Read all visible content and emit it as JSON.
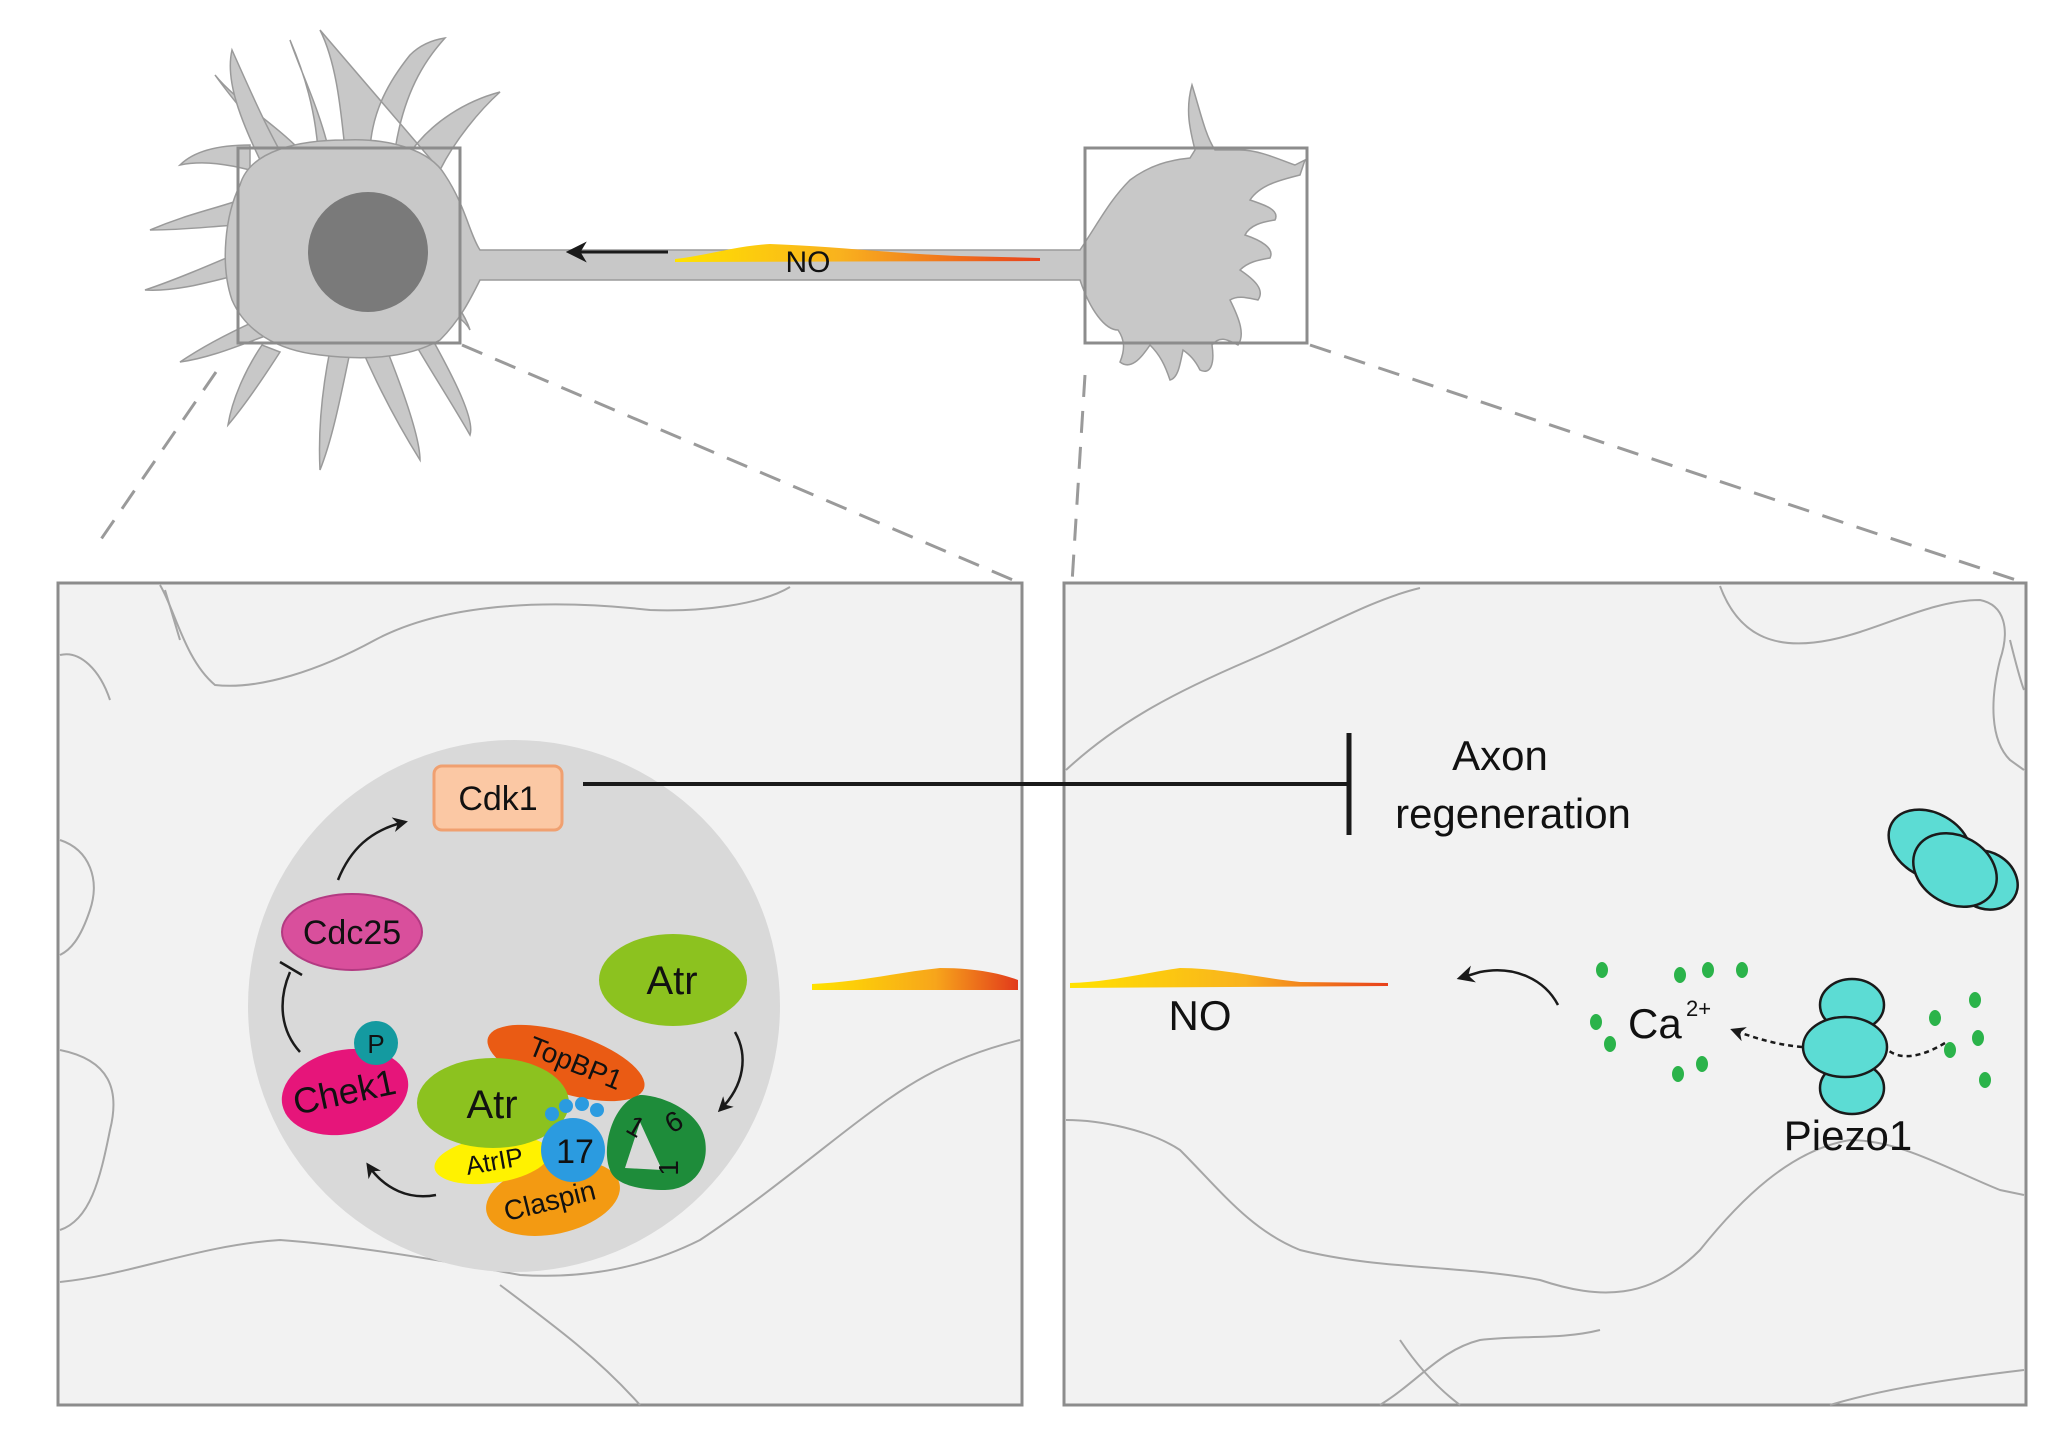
{
  "labels": {
    "no_axon": "NO",
    "cdk1": "Cdk1",
    "cdc25": "Cdc25",
    "atr_free": "Atr",
    "atr_complex": "Atr",
    "chek1": "Chek1",
    "phospho": "P",
    "topbp1": "TopBP1",
    "atrip": "AtrIP",
    "claspin": "Claspin",
    "rad17": "17",
    "nine_one_one_a": "9",
    "nine_one_one_b": "1",
    "nine_one_one_c": "1",
    "axon_regeneration_line1": "Axon",
    "axon_regeneration_line2": "regeneration",
    "no_right": "NO",
    "calcium": "Ca",
    "calcium_charge": "2+",
    "piezo1": "Piezo1"
  },
  "colors": {
    "neuron_fill": "#c8c8c8",
    "nucleus_fill": "#7a7a7a",
    "panel_fill": "#f2f2f2",
    "nucleus_panel_fill": "#d9d9d9",
    "box_stroke": "#8c8c8c",
    "cdk1_fill": "#fbc8a4",
    "cdk1_stroke": "#f0a070",
    "cdc25": "#d94f9c",
    "atr": "#8cc21f",
    "chek1": "#e6157a",
    "phospho": "#149aa0",
    "topbp1": "#ea5b14",
    "atrip": "#fff200",
    "claspin": "#f39a12",
    "rad17": "#2b9be0",
    "nine_one_one": "#1e8c3a",
    "piezo1": "#5cdcd4",
    "calcium_dots": "#2bb34a",
    "no_gradient_start": "#ffe200",
    "no_gradient_mid": "#f7a51b",
    "no_gradient_end": "#e8401c"
  }
}
